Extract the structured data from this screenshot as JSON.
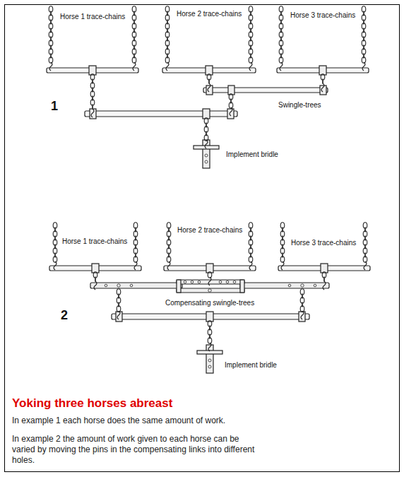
{
  "diagram": {
    "title": "Yoking three horses abreast",
    "labels": [
      "Horse 1 trace-chains",
      "Horse 2 trace-chains",
      "Horse 3 trace-chains",
      "1",
      "Swingle-trees",
      "Implement bridle",
      "Horse 1 trace-chains",
      "Horse 2 trace-chains",
      "Horse 3 trace-chains",
      "2",
      "Compensating swingle-trees",
      "Implement bridle",
      "In example 1 each horse does the same amount of work.",
      "In example 2 the amount of work given to each horse can be varied by moving the pins in the compensating links into different holes."
    ]
  }
}
